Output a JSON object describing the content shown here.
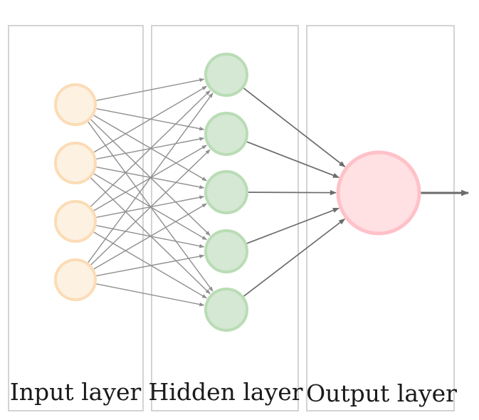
{
  "diagram": {
    "layers": [
      {
        "label": "Input layer",
        "node_count": 4,
        "fill": "#fdf1e2",
        "stroke": "#fbdcb6"
      },
      {
        "label": "Hidden layer",
        "node_count": 5,
        "fill": "#d5e8d4",
        "stroke": "#b9dcb5"
      },
      {
        "label": "Output layer",
        "node_count": 1,
        "fill": "#ffe0e3",
        "stroke": "#ffc1c8"
      }
    ],
    "connections": {
      "input_to_hidden": "all-to-all",
      "hidden_to_output": "all-to-one",
      "output_arrow": true
    },
    "colors": {
      "box_border": "#c8c8c8",
      "edge_input": "#8f8f8f",
      "edge_output": "#6b6b6b"
    }
  }
}
